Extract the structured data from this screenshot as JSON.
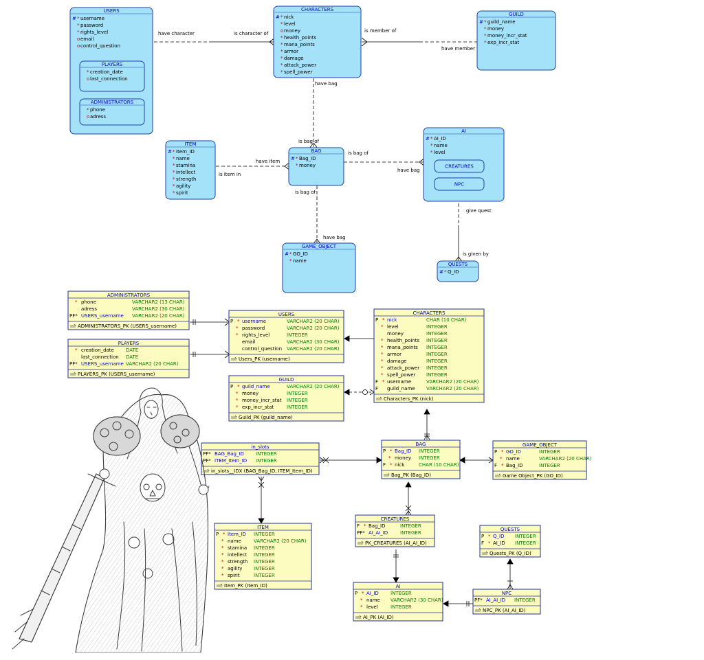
{
  "logical": {
    "entities": [
      {
        "key": "users",
        "title": "USERS",
        "fields": [
          {
            "m": "#",
            "s": "*",
            "n": "username"
          },
          {
            "m": "",
            "s": "*",
            "n": "password"
          },
          {
            "m": "",
            "s": "*",
            "n": "rights_level"
          },
          {
            "m": "",
            "s": "o",
            "n": "email"
          },
          {
            "m": "",
            "s": "o",
            "n": "control_question"
          }
        ]
      },
      {
        "key": "players",
        "title": "PLAYERS",
        "fields": [
          {
            "m": "",
            "s": "*",
            "n": "creation_date"
          },
          {
            "m": "",
            "s": "o",
            "n": "last_connection"
          }
        ]
      },
      {
        "key": "administrators",
        "title": "ADMINISTRATORS",
        "fields": [
          {
            "m": "",
            "s": "*",
            "n": "phone"
          },
          {
            "m": "",
            "s": "o",
            "n": "adress"
          }
        ]
      },
      {
        "key": "characters",
        "title": "CHARACTERS",
        "fields": [
          {
            "m": "#",
            "s": "*",
            "n": "nick"
          },
          {
            "m": "",
            "s": "*",
            "n": "level"
          },
          {
            "m": "",
            "s": "o",
            "n": "money"
          },
          {
            "m": "",
            "s": "*",
            "n": "health_points"
          },
          {
            "m": "",
            "s": "*",
            "n": "mana_points"
          },
          {
            "m": "",
            "s": "*",
            "n": "armor"
          },
          {
            "m": "",
            "s": "*",
            "n": "damage"
          },
          {
            "m": "",
            "s": "*",
            "n": "attack_power"
          },
          {
            "m": "",
            "s": "*",
            "n": "spell_power"
          }
        ]
      },
      {
        "key": "guild",
        "title": "GUILD",
        "fields": [
          {
            "m": "#",
            "s": "*",
            "n": "guild_name"
          },
          {
            "m": "",
            "s": "*",
            "n": "money"
          },
          {
            "m": "",
            "s": "*",
            "n": "money_incr_stat"
          },
          {
            "m": "",
            "s": "*",
            "n": "exp_incr_stat"
          }
        ]
      },
      {
        "key": "item",
        "title": "ITEM",
        "fields": [
          {
            "m": "#",
            "s": "*",
            "n": "Item_ID"
          },
          {
            "m": "",
            "s": "*",
            "n": "name"
          },
          {
            "m": "",
            "s": "*",
            "n": "stamina"
          },
          {
            "m": "",
            "s": "*",
            "n": "intellect"
          },
          {
            "m": "",
            "s": "*",
            "n": "strength"
          },
          {
            "m": "",
            "s": "*",
            "n": "agility"
          },
          {
            "m": "",
            "s": "*",
            "n": "spirit"
          }
        ]
      },
      {
        "key": "bag",
        "title": "BAG",
        "fields": [
          {
            "m": "#",
            "s": "*",
            "n": "Bag_ID"
          },
          {
            "m": "",
            "s": "*",
            "n": "money"
          }
        ]
      },
      {
        "key": "ai",
        "title": "AI",
        "fields": [
          {
            "m": "#",
            "s": "*",
            "n": "AI_ID"
          },
          {
            "m": "",
            "s": "*",
            "n": "name"
          },
          {
            "m": "",
            "s": "*",
            "n": "level"
          }
        ]
      },
      {
        "key": "creatures",
        "title": "CREATURES",
        "fields": []
      },
      {
        "key": "npc",
        "title": "NPC",
        "fields": []
      },
      {
        "key": "game_object",
        "title": "GAME_OBJECT",
        "fields": [
          {
            "m": "#",
            "s": "*",
            "n": "GO_ID"
          },
          {
            "m": "",
            "s": "*",
            "n": "name"
          }
        ]
      },
      {
        "key": "quests",
        "title": "QUESTS",
        "fields": [
          {
            "m": "#",
            "s": "*",
            "n": "Q_ID"
          }
        ]
      }
    ],
    "labels": {
      "have_character": "have character",
      "is_character_of": "is character of",
      "is_member_of": "is member of",
      "have_member": "have member",
      "have_bag_top": "have bag",
      "is_bag_of_top": "is bag of",
      "have_item": "have item",
      "is_item_in": "is item in",
      "is_bag_of_ai": "is bag of",
      "have_bag_ai": "have bag",
      "is_bag_of_go": "is bag of",
      "have_bag_go": "have bag",
      "give_quest": "give quest",
      "is_given_by": "is given by"
    }
  },
  "relational": {
    "tables": [
      {
        "key": "administrators",
        "title": "ADMINISTRATORS",
        "cols": [
          {
            "k": "",
            "f": "*",
            "n": "phone",
            "t": "VARCHAR2 (13 CHAR)"
          },
          {
            "k": "",
            "f": "",
            "n": "adress",
            "t": "VARCHAR2 (30 CHAR)"
          },
          {
            "k": "PF*",
            "f": "",
            "n": "USERS_username",
            "t": "VARCHAR2 (20 CHAR)"
          }
        ],
        "pk": "ADMINISTRATORS_PK (USERS_username)"
      },
      {
        "key": "players",
        "title": "PLAYERS",
        "cols": [
          {
            "k": "",
            "f": "*",
            "n": "creation_date",
            "t": "DATE"
          },
          {
            "k": "",
            "f": "",
            "n": "last_connection",
            "t": "DATE"
          },
          {
            "k": "PF*",
            "f": "",
            "n": "USERS_username",
            "t": "VARCHAR2 (20 CHAR)"
          }
        ],
        "pk": "PLAYERS_PK (USERS_username)"
      },
      {
        "key": "users",
        "title": "USERS",
        "cols": [
          {
            "k": "P",
            "f": "*",
            "n": "username",
            "t": "VARCHAR2 (20 CHAR)"
          },
          {
            "k": "",
            "f": "*",
            "n": "password",
            "t": "VARCHAR2 (20 CHAR)"
          },
          {
            "k": "",
            "f": "*",
            "n": "rights_level",
            "t": "INTEGER"
          },
          {
            "k": "",
            "f": "",
            "n": "email",
            "t": "VARCHAR2 (30 CHAR)"
          },
          {
            "k": "",
            "f": "",
            "n": "control_question",
            "t": "VARCHAR2 (20 CHAR)"
          }
        ],
        "pk": "Users_PK (username)"
      },
      {
        "key": "characters",
        "title": "CHARACTERS",
        "cols": [
          {
            "k": "P",
            "f": "*",
            "n": "nick",
            "t": "CHAR (10 CHAR)"
          },
          {
            "k": "",
            "f": "*",
            "n": "level",
            "t": "INTEGER"
          },
          {
            "k": "",
            "f": "",
            "n": "money",
            "t": "INTEGER"
          },
          {
            "k": "",
            "f": "*",
            "n": "health_points",
            "t": "INTEGER"
          },
          {
            "k": "",
            "f": "*",
            "n": "mana_points",
            "t": "INTEGER"
          },
          {
            "k": "",
            "f": "*",
            "n": "armor",
            "t": "INTEGER"
          },
          {
            "k": "",
            "f": "*",
            "n": "damage",
            "t": "INTEGER"
          },
          {
            "k": "",
            "f": "*",
            "n": "attack_power",
            "t": "INTEGER"
          },
          {
            "k": "",
            "f": "*",
            "n": "spell_power",
            "t": "INTEGER"
          },
          {
            "k": "F",
            "f": "*",
            "n": "username",
            "t": "VARCHAR2 (20 CHAR)"
          },
          {
            "k": "F",
            "f": "",
            "n": "guild_name",
            "t": "VARCHAR2 (20 CHAR)"
          }
        ],
        "pk": "Characters_PK (nick)"
      },
      {
        "key": "guild",
        "title": "GUILD",
        "cols": [
          {
            "k": "P",
            "f": "*",
            "n": "guild_name",
            "t": "VARCHAR2 (20 CHAR)"
          },
          {
            "k": "",
            "f": "*",
            "n": "money",
            "t": "INTEGER"
          },
          {
            "k": "",
            "f": "*",
            "n": "money_incr_stat",
            "t": "INTEGER"
          },
          {
            "k": "",
            "f": "*",
            "n": "exp_incr_stat",
            "t": "INTEGER"
          }
        ],
        "pk": "Guild_PK (guild_name)"
      },
      {
        "key": "in_slots",
        "title": "in_slots",
        "cols": [
          {
            "k": "PF*",
            "f": "",
            "n": "BAG_Bag_ID",
            "t": "INTEGER"
          },
          {
            "k": "PF*",
            "f": "",
            "n": "ITEM_Item_ID",
            "t": "INTEGER"
          }
        ],
        "pk": "in_slots__IDX (BAG_Bag_ID, ITEM_Item_ID)"
      },
      {
        "key": "bag",
        "title": "BAG",
        "cols": [
          {
            "k": "P",
            "f": "*",
            "n": "Bag_ID",
            "t": "INTEGER"
          },
          {
            "k": "",
            "f": "*",
            "n": "money",
            "t": "INTEGER"
          },
          {
            "k": "F",
            "f": "*",
            "n": "nick",
            "t": "CHAR (10 CHAR)"
          }
        ],
        "pk": "Bag_PK (Bag_ID)"
      },
      {
        "key": "game_object",
        "title": "GAME_OBJECT",
        "cols": [
          {
            "k": "P",
            "f": "*",
            "n": "GO_ID",
            "t": "INTEGER"
          },
          {
            "k": "",
            "f": "*",
            "n": "name",
            "t": "VARCHAR2 (20 CHAR)"
          },
          {
            "k": "F",
            "f": "*",
            "n": "Bag_ID",
            "t": "INTEGER"
          }
        ],
        "pk": "Game Object_PK (GO_ID)"
      },
      {
        "key": "item",
        "title": "ITEM",
        "cols": [
          {
            "k": "P",
            "f": "*",
            "n": "Item_ID",
            "t": "INTEGER"
          },
          {
            "k": "",
            "f": "*",
            "n": "name",
            "t": "VARCHAR2 (20 CHAR)"
          },
          {
            "k": "",
            "f": "*",
            "n": "stamina",
            "t": "INTEGER"
          },
          {
            "k": "",
            "f": "*",
            "n": "intellect",
            "t": "INTEGER"
          },
          {
            "k": "",
            "f": "*",
            "n": "strength",
            "t": "INTEGER"
          },
          {
            "k": "",
            "f": "*",
            "n": "agility",
            "t": "INTEGER"
          },
          {
            "k": "",
            "f": "*",
            "n": "spirit",
            "t": "INTEGER"
          }
        ],
        "pk": "Item_PK (Item_ID)"
      },
      {
        "key": "creatures",
        "title": "CREATURES",
        "cols": [
          {
            "k": "F",
            "f": "*",
            "n": "Bag_ID",
            "t": "INTEGER"
          },
          {
            "k": "PF*",
            "f": "",
            "n": "AI_AI_ID",
            "t": "INTEGER"
          }
        ],
        "pk": "PK_CREATURES (AI_AI_ID)"
      },
      {
        "key": "quests",
        "title": "QUESTS",
        "cols": [
          {
            "k": "P",
            "f": "*",
            "n": "Q_ID",
            "t": "INTEGER"
          },
          {
            "k": "F",
            "f": "*",
            "n": "AI_ID",
            "t": "INTEGER"
          }
        ],
        "pk": "Quests_PK (Q_ID)"
      },
      {
        "key": "ai",
        "title": "AI",
        "cols": [
          {
            "k": "P",
            "f": "*",
            "n": "AI_ID",
            "t": "INTEGER"
          },
          {
            "k": "",
            "f": "*",
            "n": "name",
            "t": "VARCHAR2 (30 CHAR)"
          },
          {
            "k": "",
            "f": "*",
            "n": "level",
            "t": "INTEGER"
          }
        ],
        "pk": "AI_PK (AI_ID)"
      },
      {
        "key": "npc",
        "title": "NPC",
        "cols": [
          {
            "k": "PF*",
            "f": "",
            "n": "AI_AI_ID",
            "t": "INTEGER"
          }
        ],
        "pk": "NPC_PK (AI_AI_ID)"
      }
    ]
  },
  "colors": {
    "logical_fill": "#a4e2fa",
    "logical_stroke": "#1f3fa8",
    "table_fill": "#fdfcc0",
    "table_stroke": "#1e2ea0",
    "title_text": "#0000cc",
    "key_text": "#0000cc",
    "type_text": "#008000",
    "mandatory_mark": "#cc0000",
    "line": "#000000"
  },
  "illustration": "pencil-sketch-armored-knight"
}
